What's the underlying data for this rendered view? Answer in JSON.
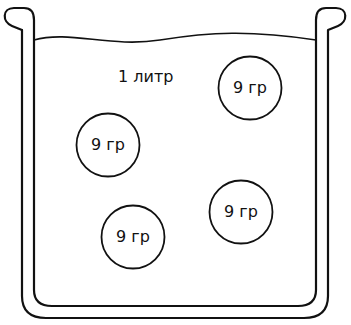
{
  "diagram": {
    "nodes": [
      {
        "text": [
          "1 литр"
        ]
      },
      {
        "text": [
          "9 гр"
        ],
        "in": 0
      },
      {
        "text": [
          "9 гр"
        ],
        "in": 0
      },
      {
        "text": [
          "9 гр"
        ],
        "in": 0
      },
      {
        "text": [
          "9 гр"
        ],
        "in": 0
      }
    ]
  }
}
